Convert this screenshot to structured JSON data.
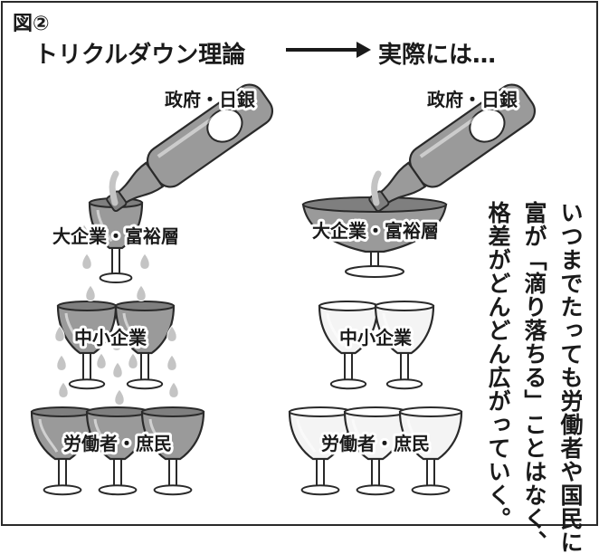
{
  "figure_label": "図②",
  "left_heading": "トリクルダウン理論",
  "right_heading": "実際には…",
  "left_scene": {
    "bottle_label": "政府・日銀",
    "top_label": "大企業・富裕層",
    "middle_label": "中小企業",
    "bottom_label": "労働者・庶民"
  },
  "right_scene": {
    "bottle_label": "政府・日銀",
    "top_label": "大企業・富裕層",
    "middle_label": "中小企業",
    "bottom_label": "労働者・庶民"
  },
  "caption_lines": [
    "いつまでたっても労働者や国民に",
    "富が「滴り落ちる」ことはなく、",
    "格差がどんどん広がっていく。"
  ],
  "colors": {
    "liquid": "#9a9a9a",
    "liquid_dark": "#7f7f7f",
    "glass_empty": "#f4f4f4",
    "drop": "#c4c4c4",
    "outline": "#2a2a2a"
  }
}
